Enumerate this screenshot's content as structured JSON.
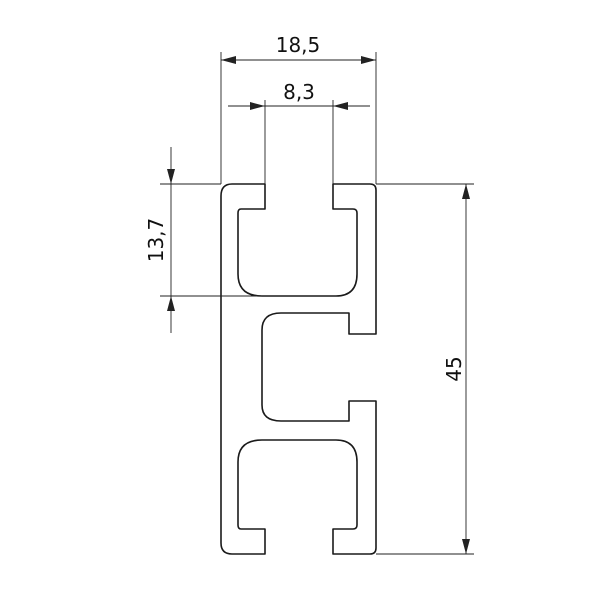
{
  "drawing": {
    "dimensions": {
      "overall_width": "18,5",
      "slot_opening": "8,3",
      "slot_depth": "13,7",
      "overall_height": "45"
    }
  }
}
